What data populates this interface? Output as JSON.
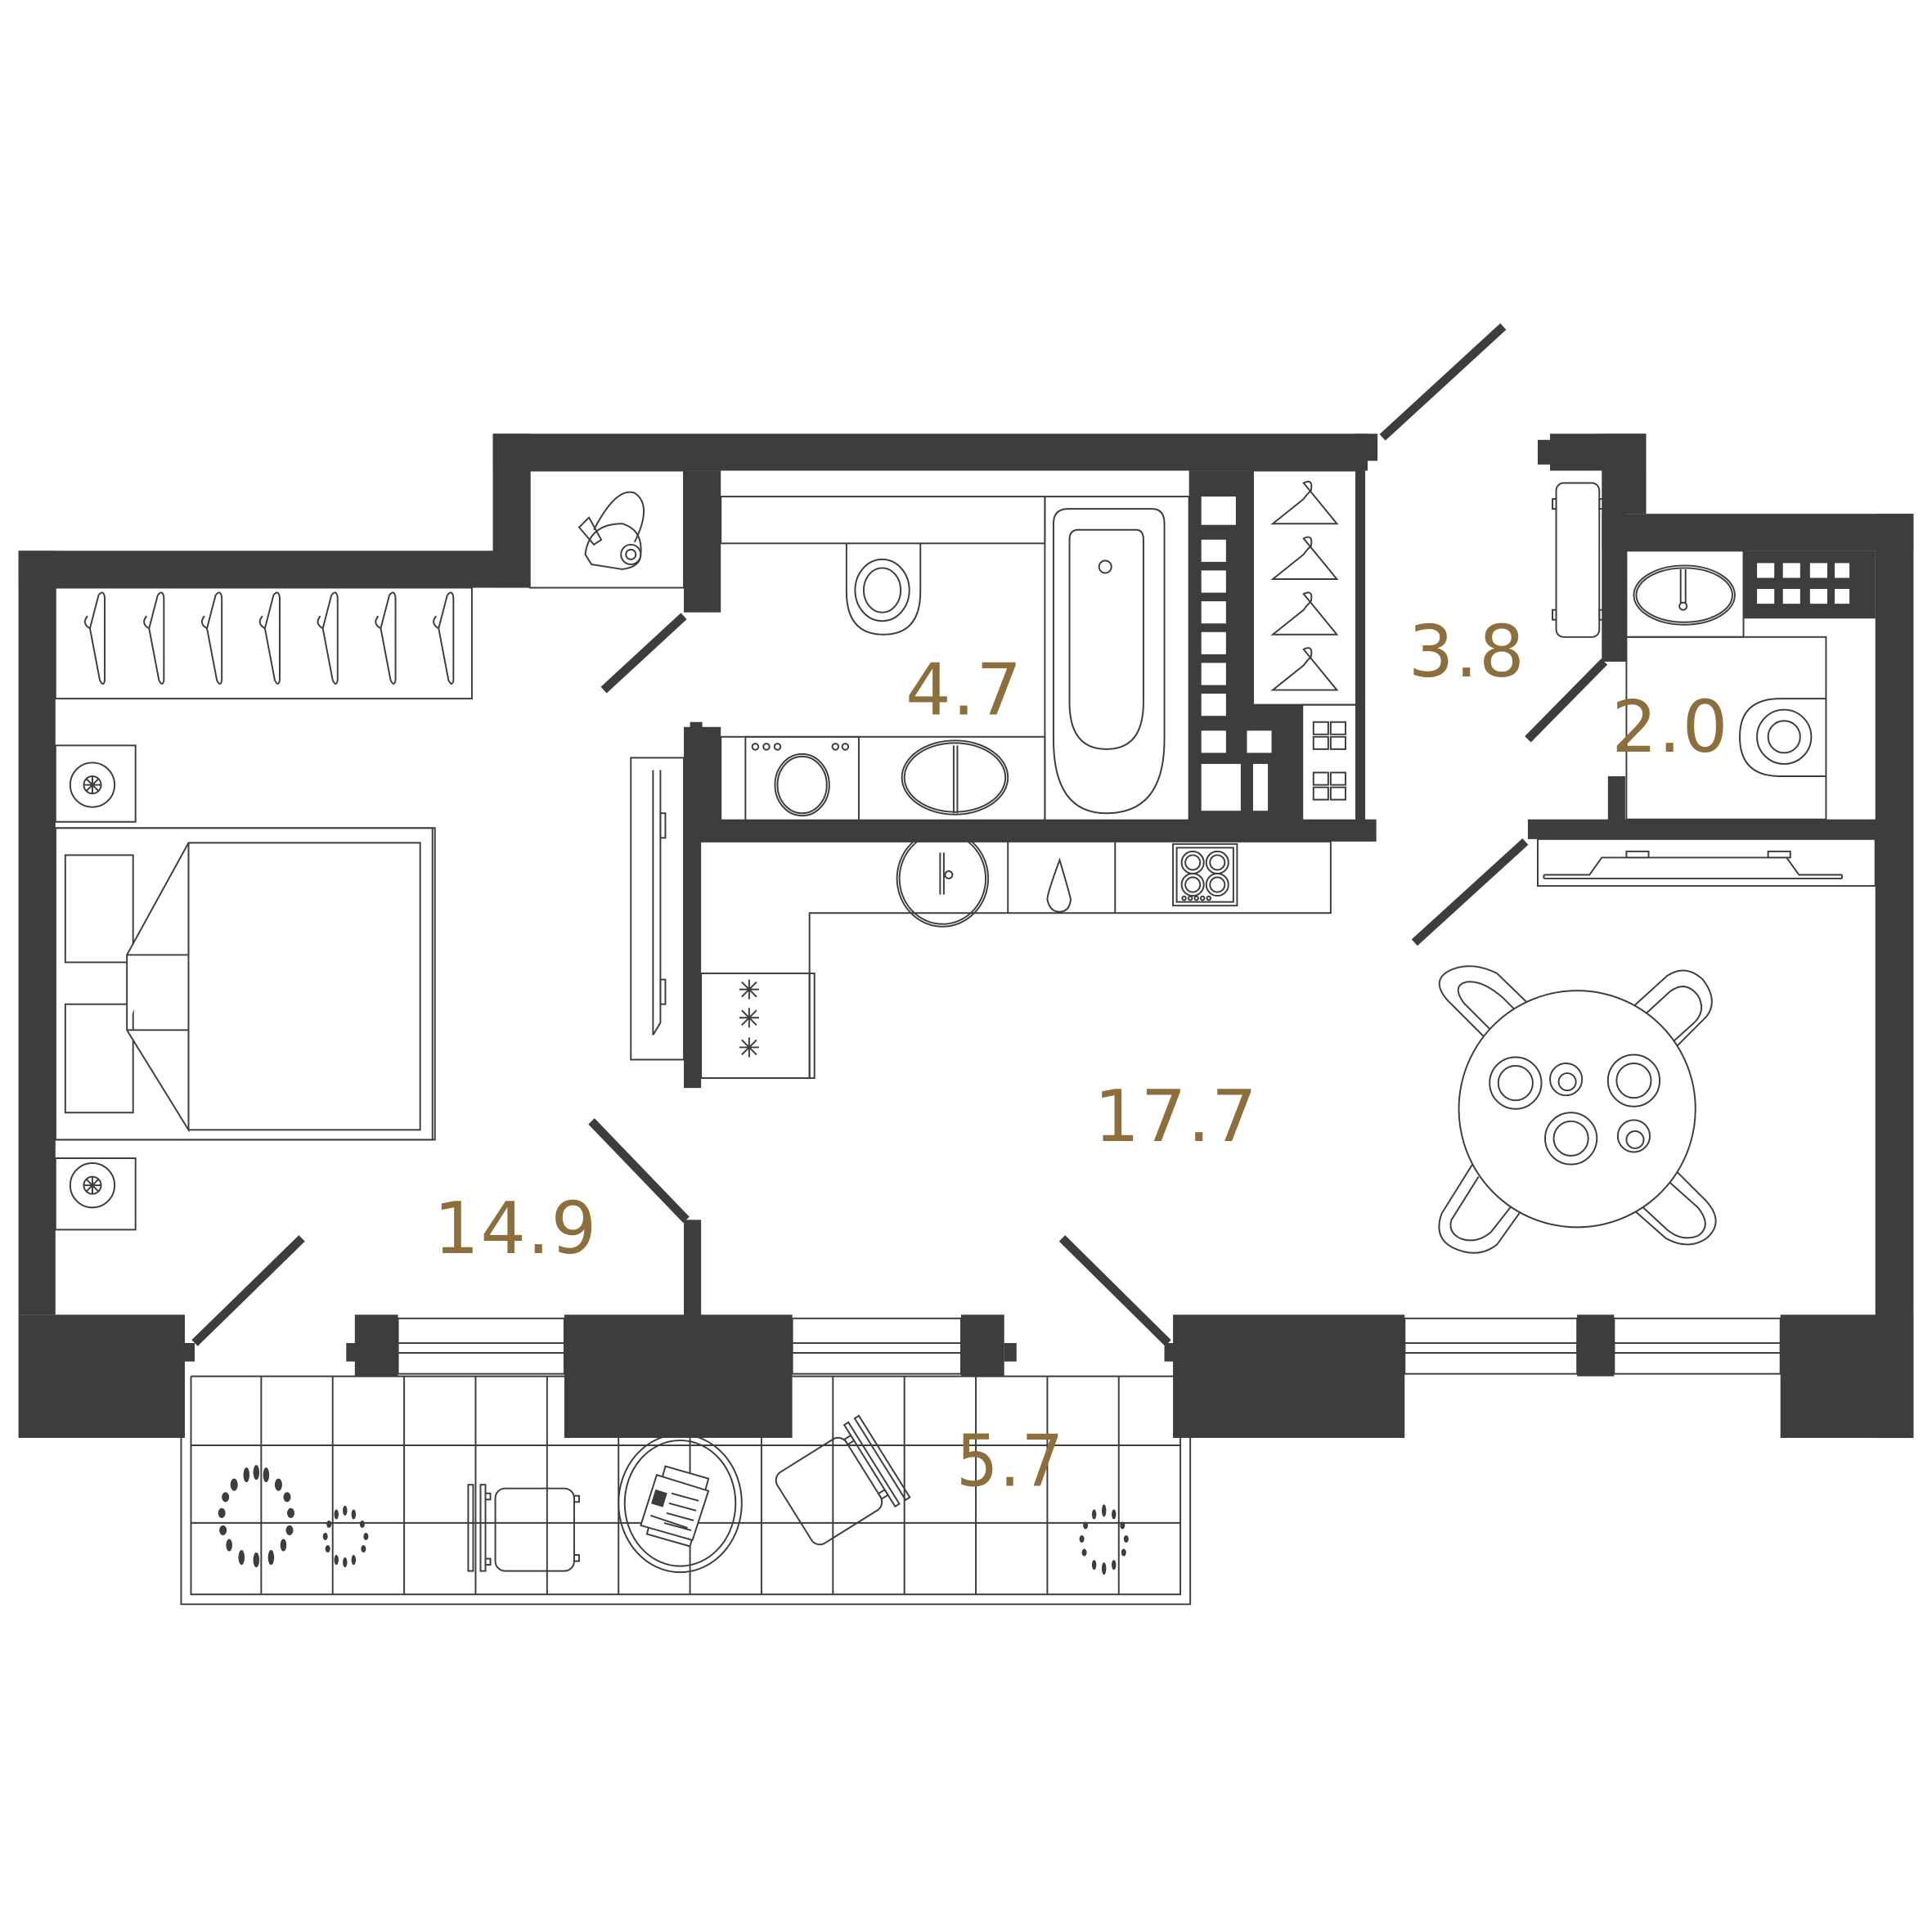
{
  "plan": {
    "type": "apartment-floor-plan",
    "colors": {
      "wall": "#3d3d3b",
      "area_label": "#8c6f3d",
      "background": "#ffffff"
    },
    "rooms": [
      {
        "id": "bedroom",
        "label": "14.9"
      },
      {
        "id": "bathroom",
        "label": "4.7"
      },
      {
        "id": "hallway",
        "label": "3.8"
      },
      {
        "id": "wc",
        "label": "2.0"
      },
      {
        "id": "kitchen-living",
        "label": "17.7"
      },
      {
        "id": "balcony",
        "label": "5.7"
      }
    ],
    "furniture_icons": [
      "wardrobe-hangers-icon",
      "vacuum-cleaner-icon",
      "bed-icon",
      "nightstand-lamp-icon",
      "tv-icon",
      "toilet-icon",
      "bathtub-icon",
      "washing-machine-icon",
      "washbasin-icon",
      "kitchen-sink-icon",
      "water-drop-icon",
      "cooktop-icon",
      "freezer-icon",
      "dining-table-icon",
      "shoe-rack-icon",
      "bench-icon",
      "radiator-icon",
      "plant-icon",
      "balcony-chair-icon",
      "balcony-table-icon"
    ]
  }
}
